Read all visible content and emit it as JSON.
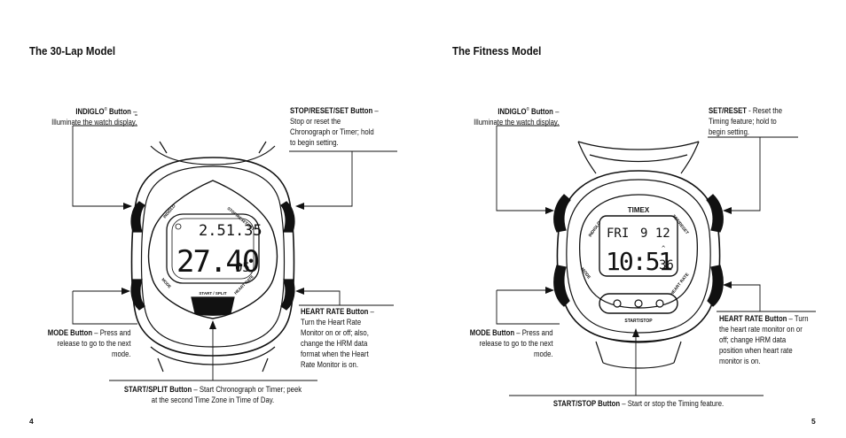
{
  "left_page": {
    "heading": "The 30-Lap Model",
    "page_number": "4",
    "indiglo": {
      "title": "INDIGLO",
      "reg": "®",
      "title_rest": " Button",
      "dash": " –",
      "desc": "Illuminate the watch display."
    },
    "stop_reset": {
      "title": "STOP/RESET/SET Button",
      "dash": "  –",
      "lines": [
        "Stop or reset the",
        "Chronograph or Timer; hold",
        "to begin setting."
      ]
    },
    "mode": {
      "title": "MODE Button",
      "dash": " – Press and",
      "lines": [
        "release to go to the next",
        "mode."
      ]
    },
    "heart_rate": {
      "title": "HEART RATE Button",
      "dash": " –",
      "lines": [
        "Turn the Heart Rate",
        "Monitor on or off; also,",
        "change the HRM data",
        "format when the Heart",
        "Rate Monitor is on."
      ]
    },
    "start_split": {
      "title": "START/SPLIT Button",
      "dash": " – Start Chronograph or Timer; peek",
      "line2": "at the second Time Zone in Time of Day."
    },
    "watch": {
      "label_indiglo": "INDIGLO",
      "label_stop": "STOP/RESET/SET",
      "label_mode": "MODE",
      "label_hr": "HEART RATE",
      "label_start": "START / SPLIT",
      "lcd_top": "2.51.35",
      "lcd_main": "27.40",
      "lcd_sub": "05"
    }
  },
  "right_page": {
    "heading": "The Fitness Model",
    "page_number": "5",
    "indiglo": {
      "title": "INDIGLO",
      "reg": "®",
      "title_rest": " Button",
      "dash": " –",
      "desc": "Illuminate the watch display."
    },
    "set_reset": {
      "title": "SET/RESET",
      "dash": " - Reset the",
      "lines": [
        "Timing feature; hold to",
        "begin setting."
      ]
    },
    "mode": {
      "title": "MODE Button",
      "dash": " – Press and",
      "lines": [
        "release to go to the next",
        "mode."
      ]
    },
    "heart_rate": {
      "title": "HEART RATE Button",
      "dash": " – Turn",
      "lines": [
        "the heart rate monitor on or",
        "off; change HRM data",
        "position when heart rate",
        "monitor is on."
      ]
    },
    "start_stop": {
      "title": "START/STOP Button",
      "dash": " – Start or stop the Timing feature."
    },
    "watch": {
      "brand": "TIMEX",
      "label_indiglo": "INDIGLO",
      "label_set": "SET/RESET",
      "label_mode": "MODE",
      "label_hr": "HEART RATE",
      "label_start": "START/STOP",
      "lcd_top_day": "FRI",
      "lcd_top_date": "9 12",
      "lcd_main": "10:51",
      "lcd_sub": "36",
      "lcd_marker": "^"
    }
  }
}
